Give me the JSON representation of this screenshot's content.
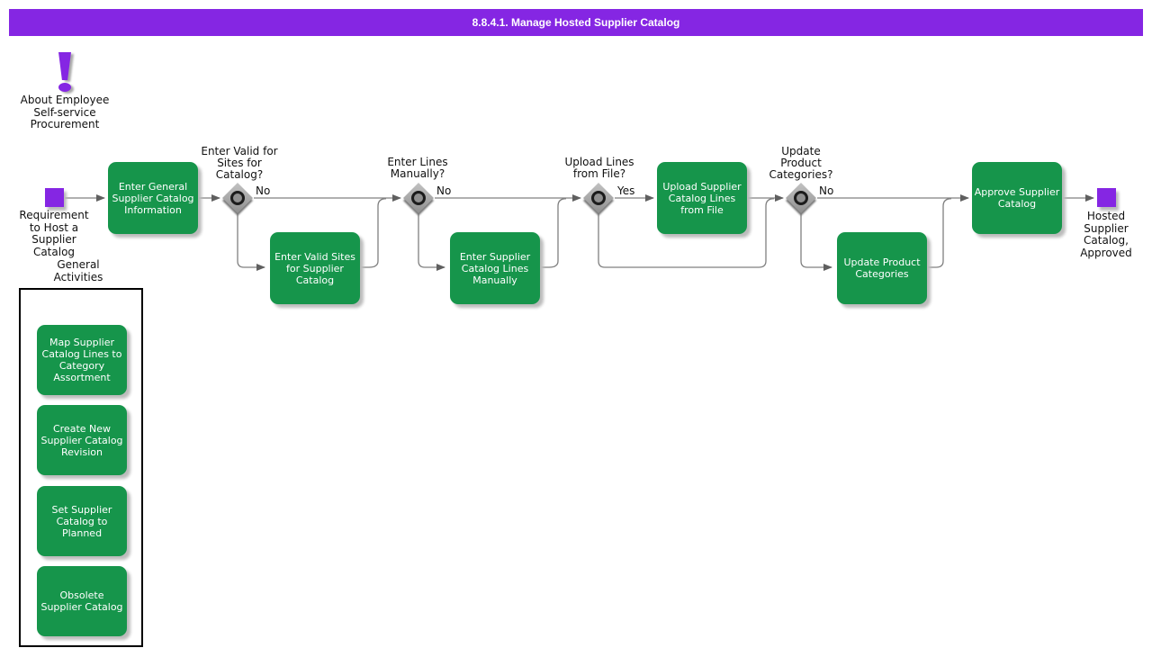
{
  "title": "8.8.4.1. Manage Hosted Supplier Catalog",
  "about": {
    "label": "About Employee Self-service Procurement"
  },
  "start_event": {
    "label": "Requirement to Host a Supplier Catalog"
  },
  "end_event": {
    "label": "Hosted Supplier Catalog, Approved"
  },
  "tasks": {
    "enter_general": "Enter General Supplier Catalog Information",
    "enter_valid_sites": "Enter Valid Sites for Supplier Catalog",
    "enter_lines_manually": "Enter Supplier Catalog Lines Manually",
    "upload_lines": "Upload Supplier Catalog Lines from File",
    "update_categories": "Update Product Categories",
    "approve": "Approve Supplier Catalog"
  },
  "decisions": {
    "valid_sites": {
      "question": "Enter Valid for Sites for Catalog?",
      "branch": "No"
    },
    "lines_manually": {
      "question": "Enter Lines Manually?",
      "branch": "No"
    },
    "upload_file": {
      "question": "Upload Lines from File?",
      "branch": "Yes"
    },
    "update_categories": {
      "question": "Update Product Categories?",
      "branch": "No"
    }
  },
  "general_activities": {
    "title": "General Activities",
    "items": [
      "Map Supplier Catalog Lines to Category Assortment",
      "Create New Supplier Catalog Revision",
      "Set Supplier Catalog to Planned",
      "Obsolete Supplier Catalog"
    ]
  },
  "colors": {
    "accent_purple": "#8526e3",
    "task_green": "#16954b",
    "connector_gray": "#808080"
  }
}
